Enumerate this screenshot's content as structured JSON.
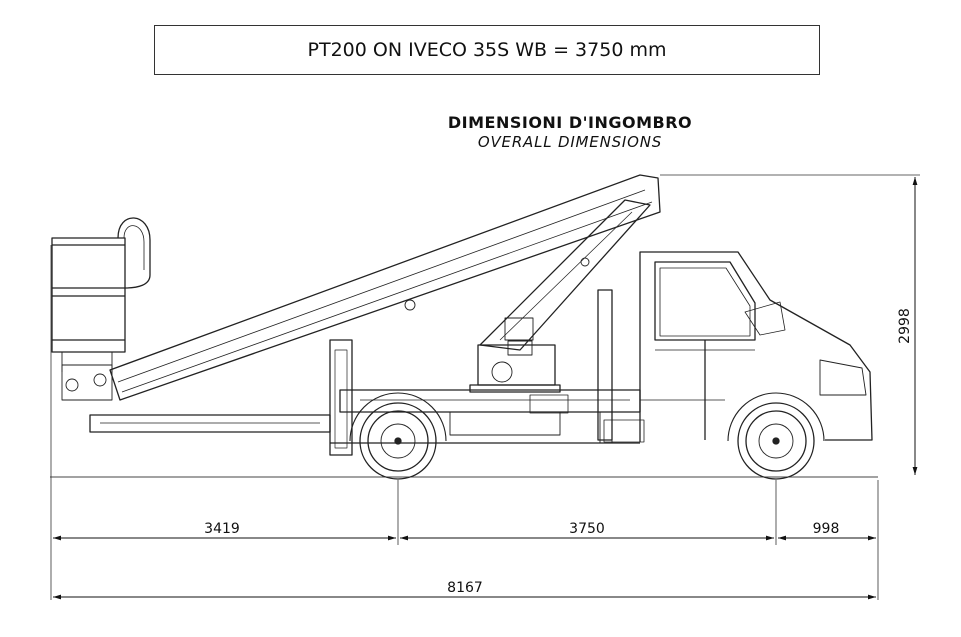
{
  "title": "PT200 ON IVECO 35S WB = 3750 mm",
  "heading": {
    "italian": "DIMENSIONI D'INGOMBRO",
    "english": "OVERALL DIMENSIONS"
  },
  "dimensions": {
    "front_overhang": "3419",
    "wheelbase": "3750",
    "rear_overhang": "998",
    "overall_length": "8167",
    "overall_height": "2998"
  }
}
